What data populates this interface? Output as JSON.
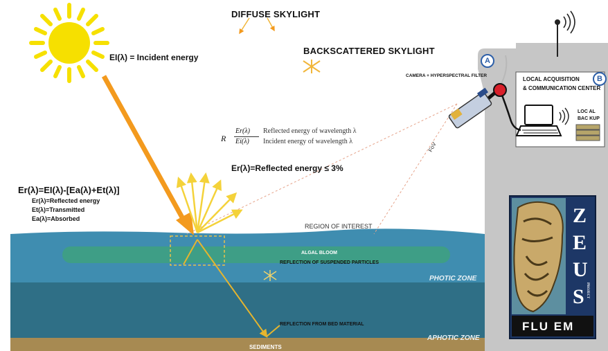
{
  "labels": {
    "diffuse_skylight": "DIFFUSE SKYLIGHT",
    "backscattered_skylight": "BACKSCATTERED SKYLIGHT",
    "incident_energy": "EI(λ) = Incident energy",
    "reflected_energy": "Er(λ)=Reflected energy ≤ 3%",
    "balance_eq": "Er(λ)=EI(λ)-[Ea(λ)+Et(λ)]",
    "legend_reflected": "Er(λ)=Reflected energy",
    "legend_transmitted": "Et(λ)=Transmitted",
    "legend_absorbed": "Ea(λ)=Absorbed",
    "formula_r": "R",
    "formula_num": "Er(λ)",
    "formula_den": "Ei(λ)",
    "formula_desc_num": "Reflected energy of wavelength λ",
    "formula_desc_den": "Incident energy of wavelength λ",
    "camera": "CAMERA + HYPERSPECTRAL FILTER",
    "local_acq": "LOCAL ACQUISITION",
    "comm_center": "& COMMUNICATION CENTER",
    "local_backup_1": "LOC AL",
    "local_backup_2": "BAC KUP",
    "badge_a": "A",
    "badge_b": "B",
    "roi": "REGION OF INTEREST",
    "fov": "FoV",
    "algal_bloom": "ALGAL BLOOM",
    "suspended": "REFLECTION OF SUSPENDED PARTICLES",
    "bed_material": "REFLECTION FROM BED MATERIAL",
    "photic_zone": "PHOTIC ZONE",
    "aphotic_zone": "APHOTIC ZONE",
    "sediments": "SEDIMENTS"
  },
  "logo": {
    "letters": [
      "Z",
      "E",
      "U",
      "S"
    ],
    "project": "PROJECT",
    "footer": "FLU EM"
  },
  "colors": {
    "sun": "#f6e000",
    "incident_ray": "#f39a1e",
    "surface_water": "#3f8db0",
    "deep_water": "#2f6f86",
    "algal": "#3e9e86",
    "sediment": "#a78a52",
    "building": "#c9c9c9",
    "logo_bg": "#1d3766",
    "accent_red": "#d8202a"
  }
}
